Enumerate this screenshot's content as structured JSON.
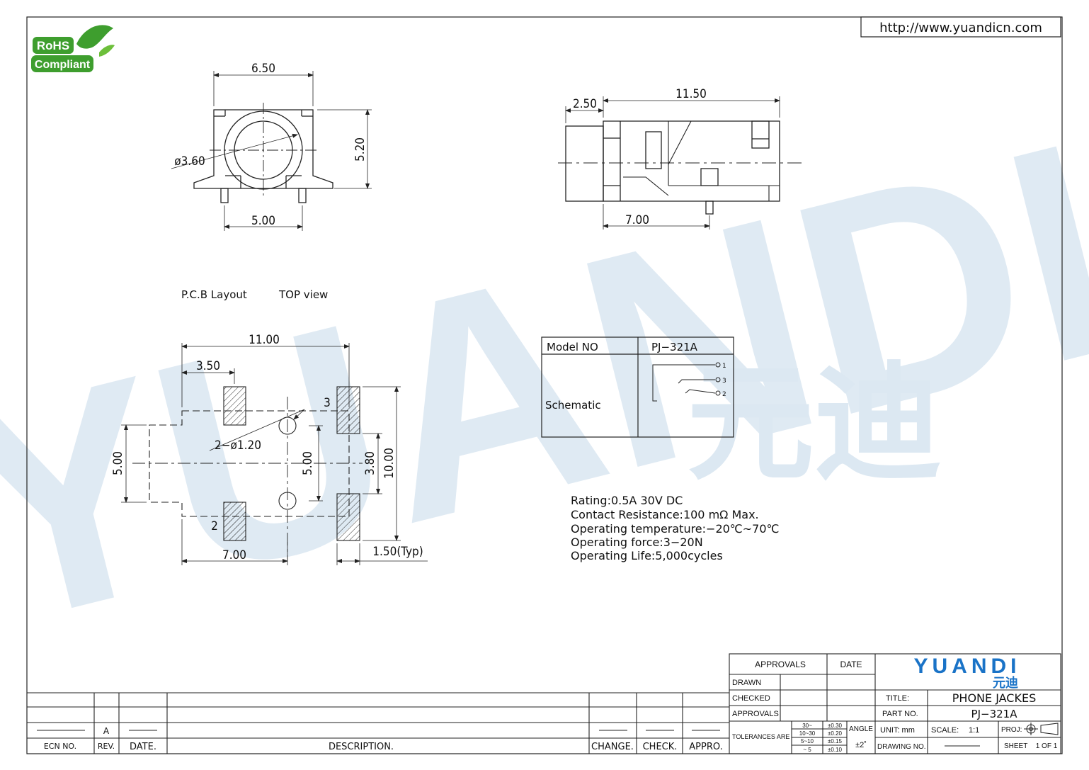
{
  "header": {
    "url": "http://www.yuandicn.com",
    "rohs_line1": "RoHS",
    "rohs_line2": "Compliant",
    "watermark": "YUANDI"
  },
  "front_view": {
    "dim_width": "6.50",
    "dim_height": "5.20",
    "dim_diameter": "ø3.60",
    "dim_pin_span": "5.00"
  },
  "side_view": {
    "dim_length": "11.50",
    "dim_nose": "2.50",
    "dim_pin_offset": "7.00"
  },
  "pcb": {
    "title": "P.C.B  Layout",
    "view": "TOP  view",
    "dim_total_length": "11.00",
    "dim_first_pad": "3.50",
    "dim_left_height": "5.00",
    "dim_hole_spacing": "5.00",
    "dim_hole_dia": "2−ø1.20",
    "dim_pad_gap": "3.80",
    "dim_total_height": "10.00",
    "dim_bottom": "7.00",
    "dim_pad_width": "1.50(Typ)",
    "pad_label_3": "3",
    "pad_label_2": "2"
  },
  "info_table": {
    "model_label": "Model  NO",
    "model_value": "PJ−321A",
    "schematic_label": "Schematic",
    "pin1": "1",
    "pin2": "2",
    "pin3": "3"
  },
  "specs": [
    "Rating:0.5A  30V  DC",
    "Contact  Resistance:100  mΩ  Max.",
    "Operating  temperature:−20℃~70℃",
    "Operating  force:3−20N",
    "Operating  Life:5,000cycles"
  ],
  "revision_block": {
    "rev_value": "A",
    "ecn_no": "ECN  NO.",
    "rev": "REV.",
    "date": "DATE.",
    "description": "DESCRIPTION.",
    "change": "CHANGE.",
    "check": "CHECK.",
    "appro": "APPRO."
  },
  "title_block": {
    "approvals_header": "APPROVALS",
    "date_header": "DATE",
    "logo_text": "YUANDI",
    "logo_cn": "元迪",
    "drawn": "DRAWN",
    "checked": "CHECKED",
    "approvals": "APPROVALS",
    "title_label": "TITLE:",
    "title_value": "PHONE  JACKES",
    "part_label": "PART  NO.",
    "part_value": "PJ−321A",
    "tolerances_label": "TOLERANCES  ARE",
    "tol_r1a": "30~",
    "tol_r1b": "±0.30",
    "tol_r2a": "10~30",
    "tol_r2b": "±0.20",
    "tol_r3a": "5~10",
    "tol_r3b": "±0.15",
    "tol_r4a": "~ 5",
    "tol_r4b": "±0.10",
    "angle_label": "ANGLE",
    "angle_value": "±2˚",
    "unit": "UNIT:  mm",
    "scale_label": "SCALE:",
    "scale_value": "1:1",
    "proj": "PROJ:",
    "drawing_no": "DRAWING  NO.",
    "sheet_label": "SHEET",
    "sheet_value": "1  OF  1"
  },
  "colors": {
    "watermark_blue": "#dce8f2",
    "watermark_green": "#e3efd2",
    "logo_blue": "#1a73c7",
    "rohs_green": "#3e9e2e"
  }
}
